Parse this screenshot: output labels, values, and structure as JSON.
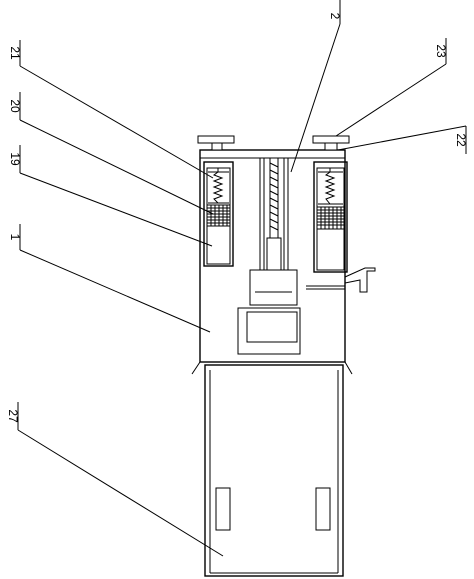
{
  "labels": {
    "l21": "21",
    "l20": "20",
    "l19": "19",
    "l1": "1",
    "l27": "27",
    "l2": "2",
    "l23": "23",
    "l22": "22"
  }
}
